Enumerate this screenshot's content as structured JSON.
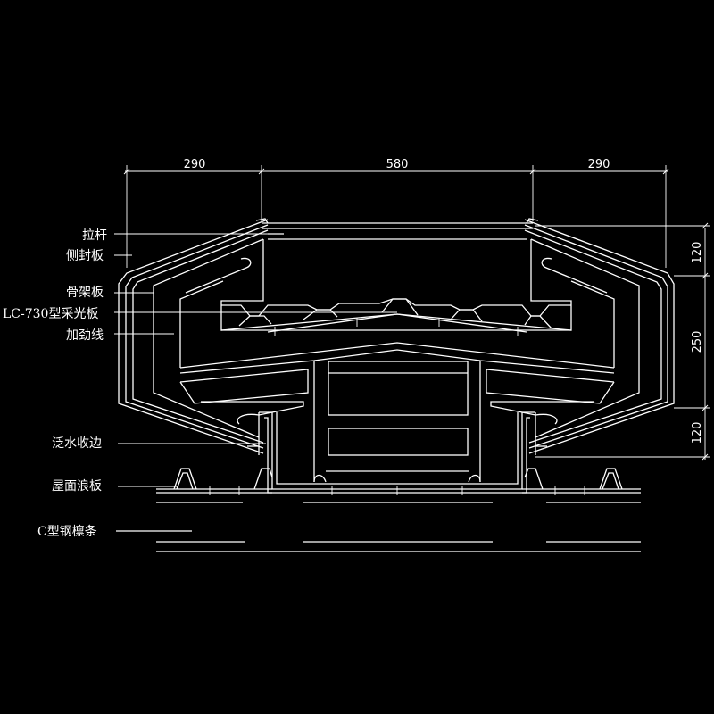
{
  "dimensions": {
    "top_left": "290",
    "top_middle": "580",
    "top_right": "290",
    "right_top": "120",
    "right_middle": "250",
    "right_bottom": "120"
  },
  "labels": {
    "tie_rod": "拉杆",
    "side_seal_plate": "侧封板",
    "frame_plate": "骨架板",
    "lighting_panel": "LC-730型采光板",
    "stiffener": "加劲线",
    "flashing": "泛水收边",
    "roof_panel": "屋面浪板",
    "purlin": "C型钢檩条"
  },
  "colors": {
    "background": "#000000",
    "line": "#ffffff"
  }
}
